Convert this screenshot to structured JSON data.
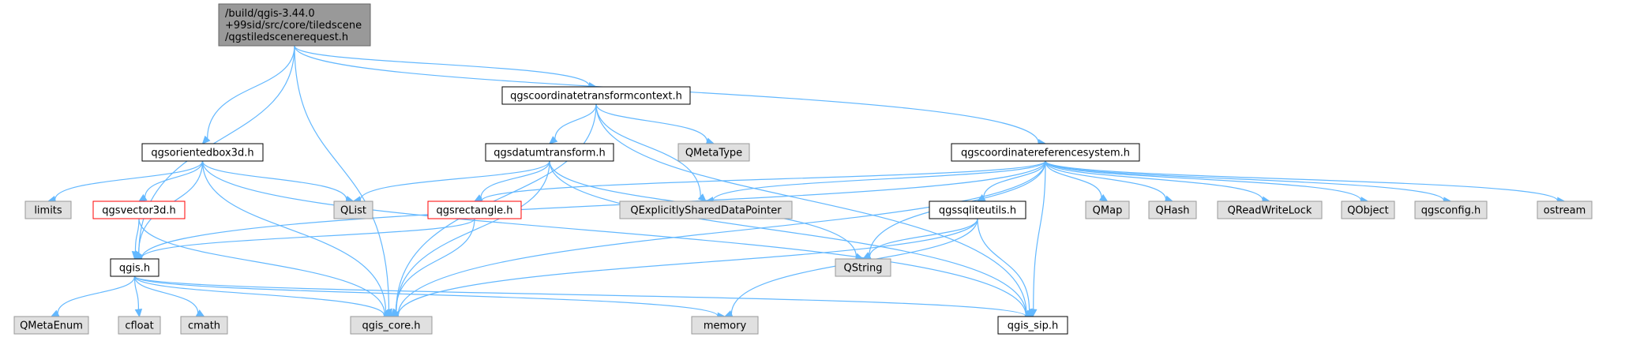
{
  "colors": {
    "edge": "#63b8ff",
    "root_fill": "#999999",
    "root_stroke": "#666666",
    "normal_fill": "#ffffff",
    "normal_stroke": "#000000",
    "missing_fill": "#e0e0e0",
    "missing_stroke": "#999999",
    "truncated_fill": "#ffffff",
    "truncated_stroke": "#ff0000"
  },
  "nodes": [
    {
      "id": "root",
      "kind": "root",
      "lines": [
        "/build/qgis-3.44.0",
        "+99sid/src/core/tiledscene",
        "/qgstiledscenerequest.h"
      ]
    },
    {
      "id": "qgscoordinatetransformcontext",
      "kind": "normal",
      "lines": [
        "qgscoordinatetransformcontext.h"
      ]
    },
    {
      "id": "qgsorientedbox3d",
      "kind": "normal",
      "lines": [
        "qgsorientedbox3d.h"
      ]
    },
    {
      "id": "qgscoordinatereferencesystem",
      "kind": "normal",
      "lines": [
        "qgscoordinatereferencesystem.h"
      ]
    },
    {
      "id": "qgsdatumtransform",
      "kind": "normal",
      "lines": [
        "qgsdatumtransform.h"
      ]
    },
    {
      "id": "qmetatype",
      "kind": "missing",
      "lines": [
        "QMetaType"
      ]
    },
    {
      "id": "limits",
      "kind": "missing",
      "lines": [
        "limits"
      ]
    },
    {
      "id": "qgsvector3d",
      "kind": "truncated",
      "lines": [
        "qgsvector3d.h"
      ]
    },
    {
      "id": "qlist",
      "kind": "missing",
      "lines": [
        "QList"
      ]
    },
    {
      "id": "qgsrectangle",
      "kind": "truncated",
      "lines": [
        "qgsrectangle.h"
      ]
    },
    {
      "id": "qexplicitlyshared",
      "kind": "missing",
      "lines": [
        "QExplicitlySharedDataPointer"
      ]
    },
    {
      "id": "qgssqliteutils",
      "kind": "normal",
      "lines": [
        "qgssqliteutils.h"
      ]
    },
    {
      "id": "qmap",
      "kind": "missing",
      "lines": [
        "QMap"
      ]
    },
    {
      "id": "qhash",
      "kind": "missing",
      "lines": [
        "QHash"
      ]
    },
    {
      "id": "qreadwritelock",
      "kind": "missing",
      "lines": [
        "QReadWriteLock"
      ]
    },
    {
      "id": "qobject",
      "kind": "missing",
      "lines": [
        "QObject"
      ]
    },
    {
      "id": "qgsconfig",
      "kind": "missing",
      "lines": [
        "qgsconfig.h"
      ]
    },
    {
      "id": "ostream",
      "kind": "missing",
      "lines": [
        "ostream"
      ]
    },
    {
      "id": "qgis",
      "kind": "normal",
      "lines": [
        "qgis.h"
      ]
    },
    {
      "id": "qstring",
      "kind": "missing",
      "lines": [
        "QString"
      ]
    },
    {
      "id": "qmetaenum",
      "kind": "missing",
      "lines": [
        "QMetaEnum"
      ]
    },
    {
      "id": "cfloat",
      "kind": "missing",
      "lines": [
        "cfloat"
      ]
    },
    {
      "id": "cmath",
      "kind": "missing",
      "lines": [
        "cmath"
      ]
    },
    {
      "id": "qgis_core",
      "kind": "missing",
      "lines": [
        "qgis_core.h"
      ]
    },
    {
      "id": "memory",
      "kind": "missing",
      "lines": [
        "memory"
      ]
    },
    {
      "id": "qgis_sip",
      "kind": "normal",
      "lines": [
        "qgis_sip.h"
      ]
    }
  ],
  "edges": [
    [
      "root",
      "qgis"
    ],
    [
      "root",
      "qgsorientedbox3d"
    ],
    [
      "root",
      "qgis_core"
    ],
    [
      "root",
      "qgscoordinatetransformcontext"
    ],
    [
      "root",
      "qgscoordinatereferencesystem"
    ],
    [
      "qgscoordinatetransformcontext",
      "qgsdatumtransform"
    ],
    [
      "qgscoordinatetransformcontext",
      "qmetatype"
    ],
    [
      "qgscoordinatetransformcontext",
      "qexplicitlyshared"
    ],
    [
      "qgscoordinatetransformcontext",
      "qgis_core"
    ],
    [
      "qgscoordinatetransformcontext",
      "qgis_sip"
    ],
    [
      "qgsorientedbox3d",
      "limits"
    ],
    [
      "qgsorientedbox3d",
      "qgsvector3d"
    ],
    [
      "qgsorientedbox3d",
      "qlist"
    ],
    [
      "qgsorientedbox3d",
      "qgis"
    ],
    [
      "qgsorientedbox3d",
      "qgis_core"
    ],
    [
      "qgsorientedbox3d",
      "qgis_sip"
    ],
    [
      "qgsdatumtransform",
      "qlist"
    ],
    [
      "qgsdatumtransform",
      "qgsrectangle"
    ],
    [
      "qgsdatumtransform",
      "qstring"
    ],
    [
      "qgsdatumtransform",
      "qgis_core"
    ],
    [
      "qgsdatumtransform",
      "qgis_sip"
    ],
    [
      "qgscoordinatereferencesystem",
      "qgsrectangle"
    ],
    [
      "qgscoordinatereferencesystem",
      "qexplicitlyshared"
    ],
    [
      "qgscoordinatereferencesystem",
      "qgssqliteutils"
    ],
    [
      "qgscoordinatereferencesystem",
      "qmap"
    ],
    [
      "qgscoordinatereferencesystem",
      "qhash"
    ],
    [
      "qgscoordinatereferencesystem",
      "qreadwritelock"
    ],
    [
      "qgscoordinatereferencesystem",
      "qobject"
    ],
    [
      "qgscoordinatereferencesystem",
      "qgsconfig"
    ],
    [
      "qgscoordinatereferencesystem",
      "ostream"
    ],
    [
      "qgscoordinatereferencesystem",
      "qgis"
    ],
    [
      "qgscoordinatereferencesystem",
      "qstring"
    ],
    [
      "qgscoordinatereferencesystem",
      "qgis_core"
    ],
    [
      "qgscoordinatereferencesystem",
      "qgis_sip"
    ],
    [
      "qgsvector3d",
      "qgis"
    ],
    [
      "qgsvector3d",
      "qgis_core"
    ],
    [
      "qgsrectangle",
      "qgis"
    ],
    [
      "qgsrectangle",
      "qgis_core"
    ],
    [
      "qgssqliteutils",
      "qstring"
    ],
    [
      "qgssqliteutils",
      "qgis_core"
    ],
    [
      "qgssqliteutils",
      "qgis_sip"
    ],
    [
      "qgssqliteutils",
      "memory"
    ],
    [
      "qgis",
      "qmetaenum"
    ],
    [
      "qgis",
      "cfloat"
    ],
    [
      "qgis",
      "cmath"
    ],
    [
      "qgis",
      "qgis_core"
    ],
    [
      "qgis",
      "memory"
    ],
    [
      "qgis",
      "qgis_sip"
    ]
  ]
}
